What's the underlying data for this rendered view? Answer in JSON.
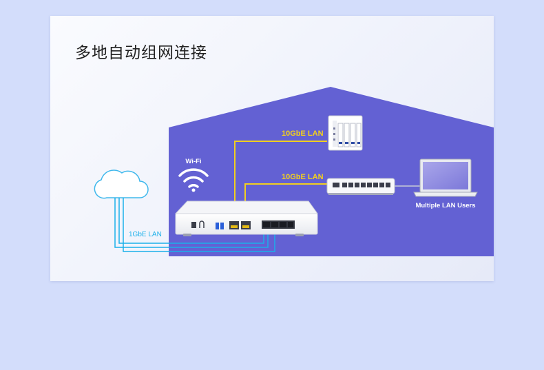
{
  "title": "多地自动组网连接",
  "diagram": {
    "wifi_label": "Wi-Fi",
    "nas_link_label": "10GbE LAN",
    "switch_link_label": "10GbE LAN",
    "cloud_link_label": "1GbE LAN",
    "lan_users_label": "Multiple LAN Users"
  },
  "colors": {
    "page_background": "#d3ddfb",
    "house": "#6361d3",
    "ten_gbe_line": "#f2cf1e",
    "one_gbe_line": "#1ab0ea",
    "cloud_outline": "#3fb8ec"
  },
  "icons": [
    "cloud-icon",
    "wifi-icon",
    "router-icon",
    "nas-icon",
    "switch-icon",
    "laptop-icon"
  ]
}
